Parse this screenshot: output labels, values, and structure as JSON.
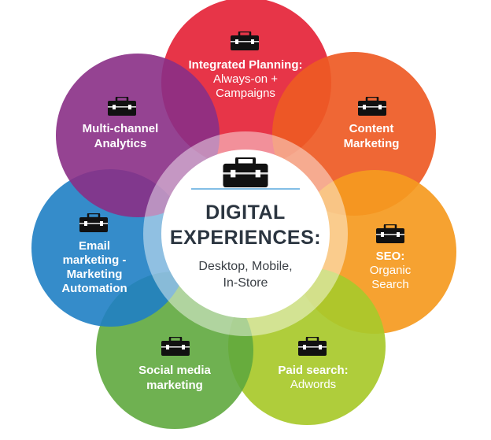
{
  "center": {
    "title_line1": "DIGITAL",
    "title_line2": "EXPERIENCES:",
    "sub_line1": "Desktop, Mobile,",
    "sub_line2": "In-Store",
    "icon": "briefcase-icon"
  },
  "petals": [
    {
      "key": "integrated-planning",
      "color": "#e5263a",
      "icon": "briefcase-icon",
      "bold1": "Integrated Planning:",
      "bold2": "",
      "bold3": "",
      "norm1": "Always-on +",
      "norm2": "Campaigns"
    },
    {
      "key": "content-marketing",
      "color": "#ee5a24",
      "icon": "briefcase-icon",
      "bold1": "Content",
      "bold2": "Marketing",
      "bold3": "",
      "norm1": "",
      "norm2": ""
    },
    {
      "key": "seo",
      "color": "#f59a1f",
      "icon": "briefcase-icon",
      "bold1": "SEO:",
      "bold2": "",
      "bold3": "",
      "norm1": "Organic",
      "norm2": "Search"
    },
    {
      "key": "paid-search",
      "color": "#a8c92a",
      "icon": "briefcase-icon",
      "bold1": "Paid search:",
      "bold2": "",
      "bold3": "",
      "norm1": "Adwords",
      "norm2": ""
    },
    {
      "key": "social-media-marketing",
      "color": "#5fa83e",
      "icon": "briefcase-icon",
      "bold1": "Social media",
      "bold2": "marketing",
      "bold3": "",
      "norm1": "",
      "norm2": ""
    },
    {
      "key": "email-marketing",
      "color": "#1f7fc4",
      "icon": "briefcase-icon",
      "bold1": "Email",
      "bold2": "marketing -",
      "bold3": "Marketing",
      "bold4": "Automation",
      "norm1": "",
      "norm2": ""
    },
    {
      "key": "multi-channel-analytics",
      "color": "#8a2f86",
      "icon": "briefcase-icon",
      "bold1": "Multi-channel",
      "bold2": "Analytics",
      "bold3": "",
      "norm1": "",
      "norm2": ""
    }
  ]
}
